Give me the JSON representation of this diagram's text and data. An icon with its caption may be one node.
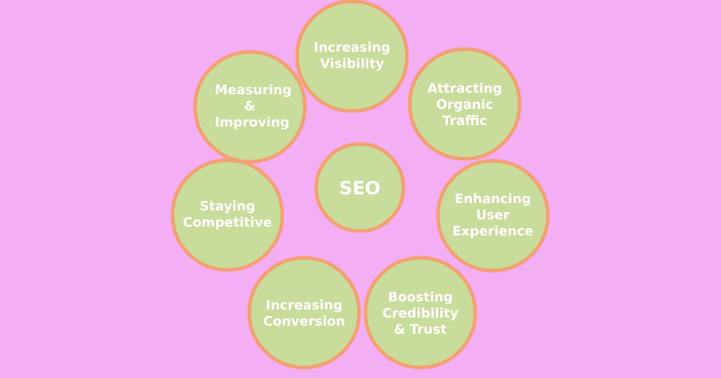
{
  "diagram": {
    "nodes": [
      {
        "text": [
          "SEO"
        ]
      },
      {
        "text": [
          "Increasing Visibility"
        ]
      },
      {
        "text": [
          "Attracting Organic Traffic"
        ]
      },
      {
        "text": [
          "Enhancing User Experience"
        ]
      },
      {
        "text": [
          "Boosting Credibility & Trust"
        ]
      },
      {
        "text": [
          "Increasing Conversion"
        ]
      },
      {
        "text": [
          "Staying Competitive"
        ]
      },
      {
        "text": [
          "Measuring & Improving"
        ]
      }
    ]
  }
}
